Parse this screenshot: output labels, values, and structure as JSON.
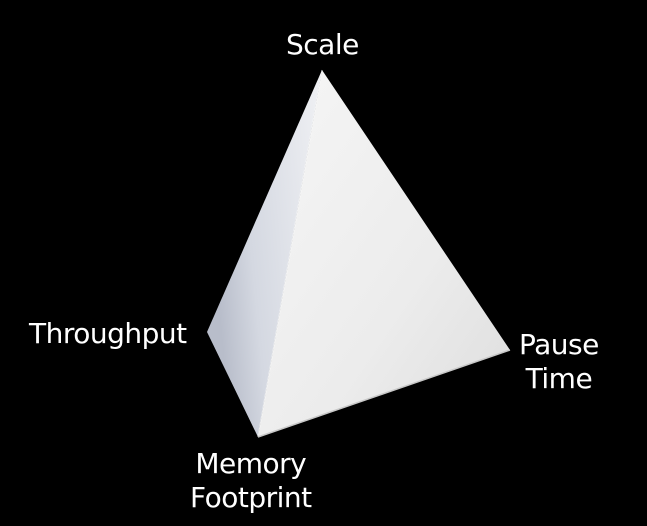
{
  "diagram": {
    "vertices": {
      "top": {
        "label": [
          "Scale"
        ]
      },
      "left": {
        "label": [
          "Throughput"
        ]
      },
      "right": {
        "label": [
          "Pause",
          "Time"
        ]
      },
      "bottom": {
        "label": [
          "Memory",
          "Footprint"
        ]
      }
    },
    "colors": {
      "background": "#000000",
      "front_face_light": "#f3f3f3",
      "front_face_dark": "#dcdcdc",
      "side_face_light": "#eef0f4",
      "side_face_dark": "#b9bfcc",
      "label_text": "#ffffff"
    }
  }
}
